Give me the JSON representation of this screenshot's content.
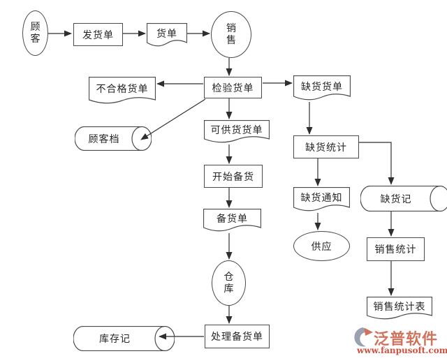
{
  "nodes": {
    "customer": {
      "label": "顾客"
    },
    "shipping_order": {
      "label": "发货单"
    },
    "goods_list": {
      "label": "货单"
    },
    "sales": {
      "label": "销售"
    },
    "unqualified_list": {
      "label": "不合格货单"
    },
    "inspect_list": {
      "label": "检验货单"
    },
    "shortage_list": {
      "label": "缺货货单"
    },
    "customer_file": {
      "label": "顾客档"
    },
    "available_list": {
      "label": "可供货货单"
    },
    "start_stocking": {
      "label": "开始备货"
    },
    "shortage_stats": {
      "label": "缺货统计"
    },
    "stocking_list": {
      "label": "备货单"
    },
    "shortage_notice": {
      "label": "缺货通知"
    },
    "shortage_record": {
      "label": "缺货记"
    },
    "supply": {
      "label": "供应"
    },
    "sales_stats": {
      "label": "销售统计"
    },
    "warehouse": {
      "label": "仓库"
    },
    "sales_report": {
      "label": "销售统计表"
    },
    "inventory_record": {
      "label": "库存记"
    },
    "process_stocking": {
      "label": "处理备货单"
    }
  },
  "watermark": {
    "brand": "泛普软件",
    "url": "www.fanpusoft.com"
  },
  "colors": {
    "bg": "#ffffff",
    "line": "#4a4a4a",
    "arrow": "#2e2e2e",
    "text": "#262626",
    "brand": "#d0735c",
    "brand-url": "#cd5140",
    "logo-gray": "#9aa1af"
  }
}
